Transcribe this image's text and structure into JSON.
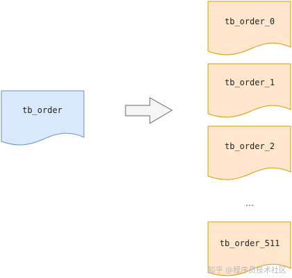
{
  "source_table": {
    "label": "tb_order",
    "fill": "#dae8fc",
    "stroke": "#6c8ebf"
  },
  "shards": [
    {
      "label": "tb_order_0"
    },
    {
      "label": "tb_order_1"
    },
    {
      "label": "tb_order_2"
    },
    {
      "label": "tb_order_511"
    }
  ],
  "shard_style": {
    "fill": "#ffe6cc",
    "stroke": "#d79b00"
  },
  "ellipsis": "…",
  "watermark": "知乎 @程序员技术社区",
  "arrow": {
    "fill": "#f5f5f5",
    "stroke": "#666666"
  }
}
